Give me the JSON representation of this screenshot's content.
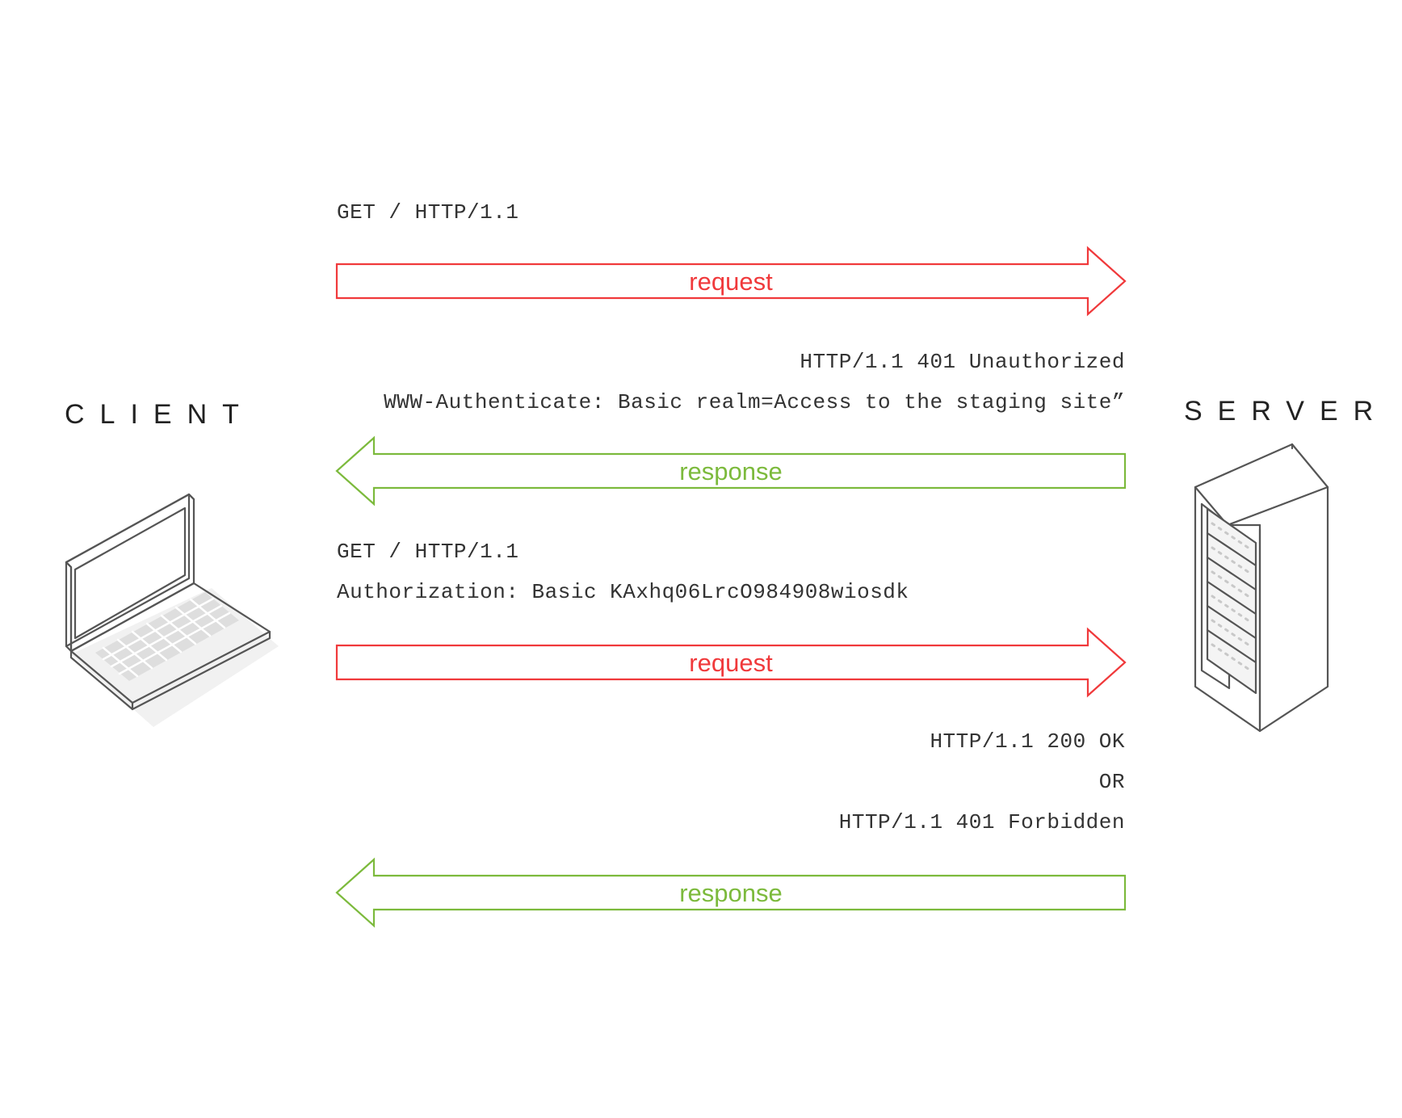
{
  "actors": {
    "client": "CLIENT",
    "server": "SERVER"
  },
  "colors": {
    "request": "#f0393b",
    "response": "#7cba3c",
    "text": "#333333",
    "device_stroke": "#555555"
  },
  "icons": {
    "client": "laptop-icon",
    "server": "server-rack-icon"
  },
  "steps": [
    {
      "kind": "request",
      "direction": "right",
      "label": "request",
      "message_lines": [
        "GET / HTTP/1.1"
      ],
      "align": "left"
    },
    {
      "kind": "response",
      "direction": "left",
      "label": "response",
      "message_lines": [
        "HTTP/1.1 401 Unauthorized",
        "WWW-Authenticate: Basic realm=Access to the staging site”"
      ],
      "align": "right"
    },
    {
      "kind": "request",
      "direction": "right",
      "label": "request",
      "message_lines": [
        "GET / HTTP/1.1",
        "Authorization: Basic KAxhq06LrcO984908wiosdk"
      ],
      "align": "left"
    },
    {
      "kind": "response",
      "direction": "left",
      "label": "response",
      "message_lines": [
        "HTTP/1.1 200 OK",
        "OR",
        "HTTP/1.1 401 Forbidden"
      ],
      "align": "right"
    }
  ]
}
